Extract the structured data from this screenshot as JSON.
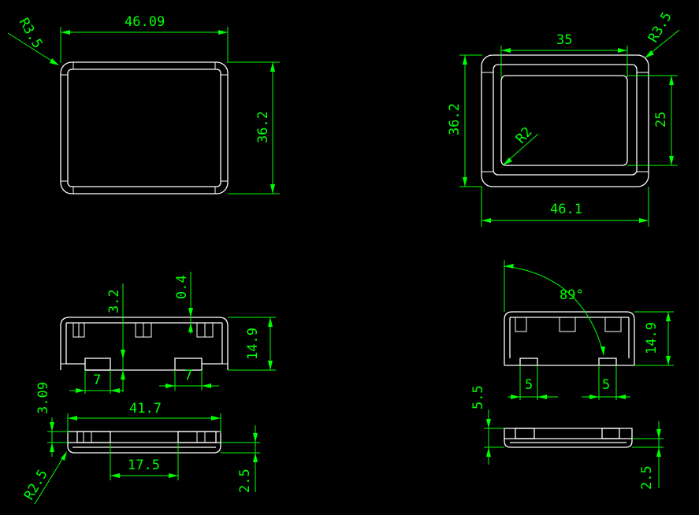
{
  "drawing": {
    "background": "#000000",
    "object_color": "#ffffff",
    "dimension_color": "#00ff00"
  },
  "views": {
    "top_outer": {
      "width": "46.09",
      "height": "36.2",
      "radius": "R3.5"
    },
    "top_inner": {
      "width": "35",
      "height_outer": "36.2",
      "height_inner": "25",
      "radius_outer": "R3.5",
      "radius_inner": "R2",
      "total_width": "46.1"
    },
    "front_left": {
      "rib": "3.2",
      "gap": "0.4",
      "height": "14.9",
      "tab_left": "7",
      "tab_right": "7"
    },
    "front_right": {
      "angle": "89°",
      "height": "14.9",
      "tab_left": "5",
      "tab_right": "5"
    },
    "lid_left": {
      "lip": "3.09",
      "width": "41.7",
      "radius": "R2.5",
      "inner": "17.5",
      "thickness": "2.5"
    },
    "lid_right": {
      "lip": "5.5",
      "thickness": "2.5"
    }
  }
}
